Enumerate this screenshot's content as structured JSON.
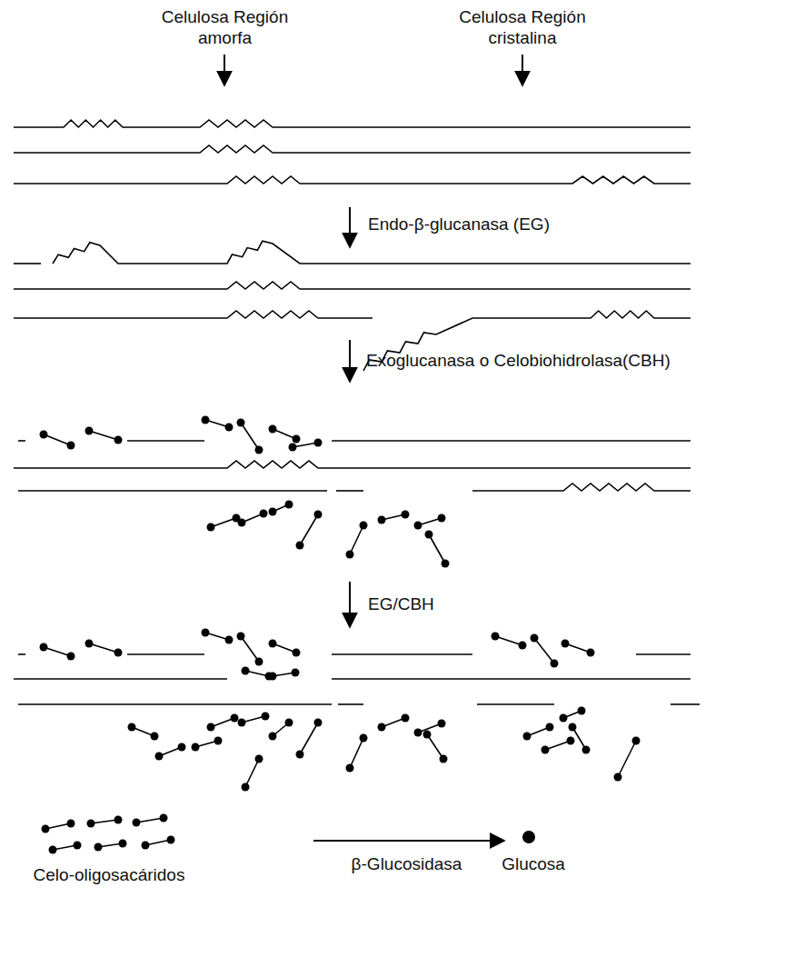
{
  "diagram": {
    "labels": [
      "Celulosa Región amorfa",
      "Celulosa Región cristalina",
      "Endo-β-glucanasa (EG)",
      "Exoglucanasa o Celobiohidrolasa(CBH)",
      "EG/CBH",
      "Celo-oligosacáridos",
      "β-Glucosidasa",
      "Glucosa"
    ]
  }
}
